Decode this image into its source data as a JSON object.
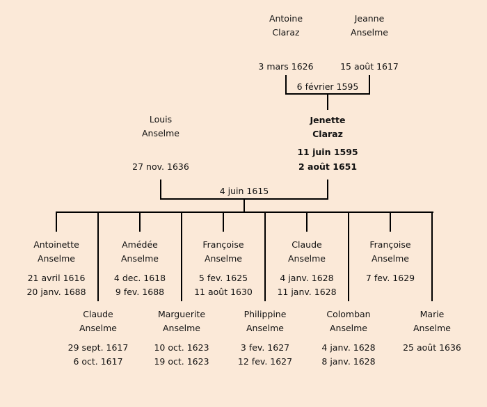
{
  "father_parents": {
    "father": {
      "first": "Antoine",
      "last": "Claraz",
      "date": "3 mars 1626"
    },
    "mother": {
      "first": "Jeanne",
      "last": "Anselme",
      "date": "15 août 1617"
    },
    "marriage": "6 février 1595"
  },
  "couple": {
    "husband": {
      "first": "Louis",
      "last": "Anselme",
      "date": "27 nov. 1636"
    },
    "wife": {
      "first": "Jenette",
      "last": "Claraz",
      "birth": "11 juin 1595",
      "death": "2 août 1651"
    },
    "marriage": "4 juin 1615"
  },
  "children": [
    {
      "first": "Antoinette",
      "last": "Anselme",
      "birth": "21 avril 1616",
      "death": "20 janv. 1688"
    },
    {
      "first": "Claude",
      "last": "Anselme",
      "birth": "29 sept. 1617",
      "death": "6 oct. 1617"
    },
    {
      "first": "Amédée",
      "last": "Anselme",
      "birth": "4 dec. 1618",
      "death": "9 fev. 1688"
    },
    {
      "first": "Marguerite",
      "last": "Anselme",
      "birth": "10 oct. 1623",
      "death": "19 oct. 1623"
    },
    {
      "first": "Françoise",
      "last": "Anselme",
      "birth": "5 fev. 1625",
      "death": "11 août 1630"
    },
    {
      "first": "Philippine",
      "last": "Anselme",
      "birth": "3 fev. 1627",
      "death": "12 fev. 1627"
    },
    {
      "first": "Claude",
      "last": "Anselme",
      "birth": "4 janv. 1628",
      "death": "11 janv. 1628"
    },
    {
      "first": "Colomban",
      "last": "Anselme",
      "birth": "4 janv. 1628",
      "death": "8 janv. 1628"
    },
    {
      "first": "Françoise",
      "last": "Anselme",
      "birth": "7 fev. 1629"
    },
    {
      "first": "Marie",
      "last": "Anselme",
      "birth": "25 août 1636"
    }
  ]
}
